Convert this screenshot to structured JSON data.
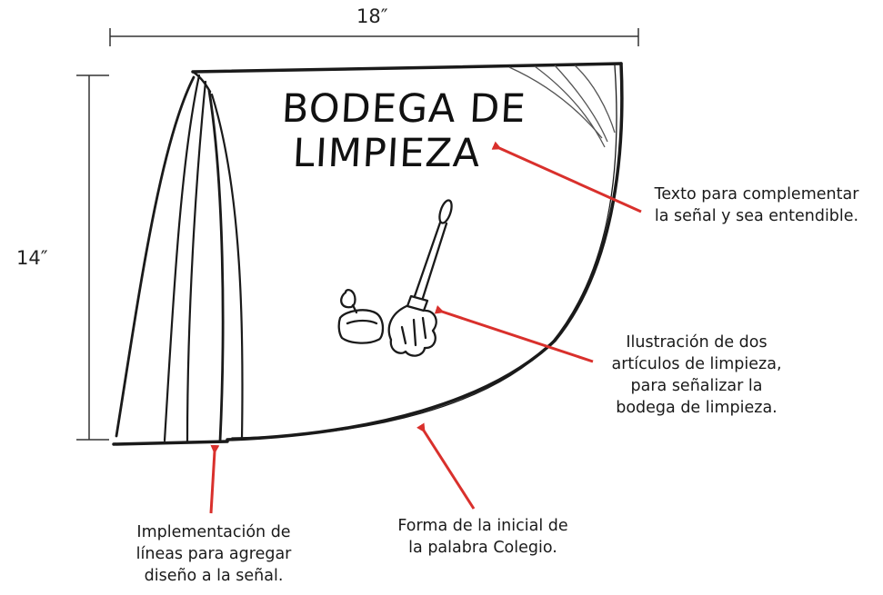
{
  "dimensions": {
    "width": "18″",
    "height": "14″"
  },
  "sign": {
    "line1": "BODEGA DE",
    "line2": "LIMPIEZA"
  },
  "annotations": {
    "text_note": "Texto para complementar\nla señal y sea entendible.",
    "illustration_note": "Ilustración de dos\nartículos de limpieza,\npara señalizar la\nbodega de limpieza.",
    "lines_note": "Implementación de\nlíneas para agregar\ndiseño a la señal.",
    "shape_note": "Forma de la inicial de\nla palabra Colegio."
  },
  "colors": {
    "arrow": "#d9302c",
    "stroke": "#1a1a1a"
  },
  "icons": [
    "broom-icon",
    "dustpan-icon"
  ]
}
